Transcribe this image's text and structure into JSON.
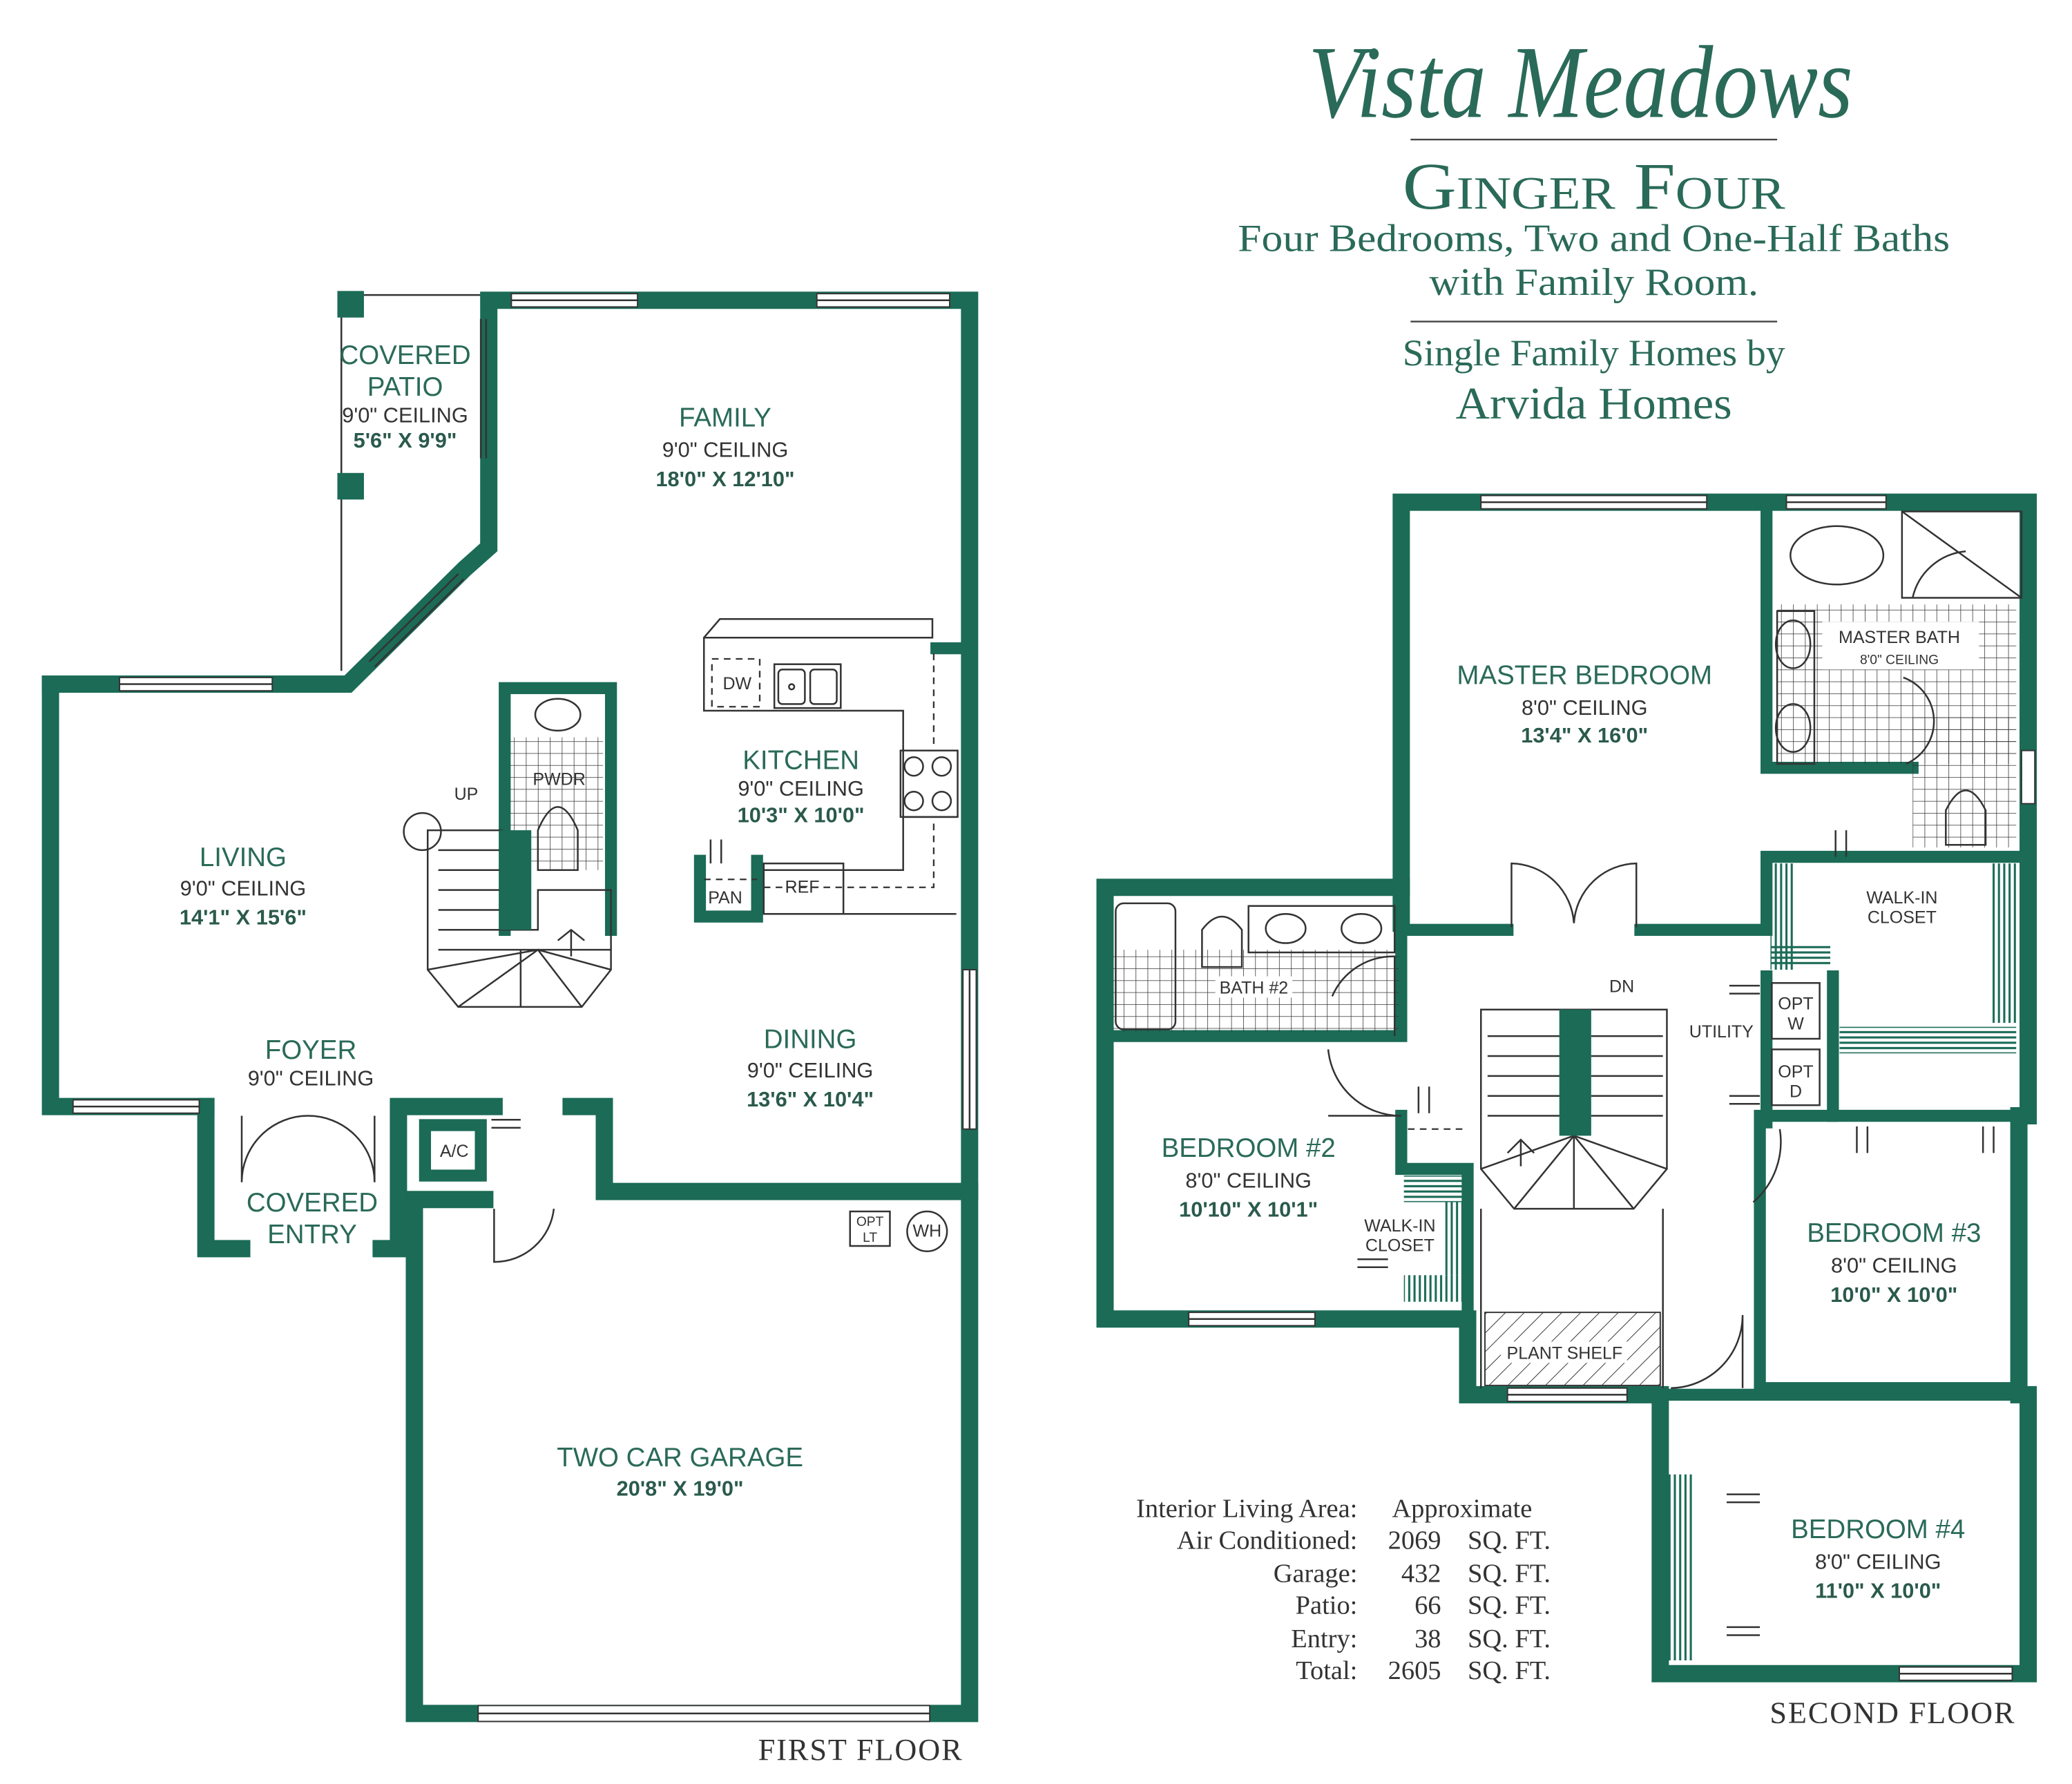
{
  "header": {
    "community": "Vista Meadows",
    "model": "Ginger Four",
    "description_line1": "Four Bedrooms, Two and One-Half Baths",
    "description_line2": "with Family Room.",
    "builder_line1": "Single Family Homes by",
    "builder_line2": "Arvida Homes"
  },
  "colors": {
    "wall": "#1b6b56",
    "room_label": "#2a6a58",
    "text": "#333333"
  },
  "first_floor": {
    "label": "FIRST FLOOR",
    "rooms": {
      "covered_patio": {
        "name1": "COVERED",
        "name2": "PATIO",
        "ceiling": "9'0\" CEILING",
        "size": "5'6\" X 9'9\""
      },
      "family": {
        "name": "FAMILY",
        "ceiling": "9'0\" CEILING",
        "size": "18'0\" X 12'10\""
      },
      "kitchen": {
        "name": "KITCHEN",
        "ceiling": "9'0\" CEILING",
        "size": "10'3\" X 10'0\""
      },
      "living": {
        "name": "LIVING",
        "ceiling": "9'0\" CEILING",
        "size": "14'1\" X 15'6\""
      },
      "foyer": {
        "name": "FOYER",
        "ceiling": "9'0\" CEILING"
      },
      "dining": {
        "name": "DINING",
        "ceiling": "9'0\" CEILING",
        "size": "13'6\" X 10'4\""
      },
      "covered_entry": {
        "name1": "COVERED",
        "name2": "ENTRY"
      },
      "garage": {
        "name": "TWO CAR GARAGE",
        "size": "20'8\" X 19'0\""
      }
    },
    "fixtures": {
      "up": "UP",
      "pwdr": "PWDR",
      "dw": "DW",
      "pan": "PAN",
      "ref": "REF",
      "ac": "A/C",
      "opt_lt1": "OPT",
      "opt_lt2": "LT",
      "wh": "WH"
    }
  },
  "second_floor": {
    "label": "SECOND FLOOR",
    "rooms": {
      "master_bedroom": {
        "name": "MASTER BEDROOM",
        "ceiling": "8'0\" CEILING",
        "size": "13'4\" X 16'0\""
      },
      "master_bath": {
        "name": "MASTER BATH",
        "ceiling": "8'0\" CEILING"
      },
      "master_closet": {
        "name1": "WALK-IN",
        "name2": "CLOSET"
      },
      "bath2": {
        "name": "BATH #2"
      },
      "bedroom2": {
        "name": "BEDROOM #2",
        "ceiling": "8'0\" CEILING",
        "size": "10'10\" X 10'1\""
      },
      "closet2": {
        "name1": "WALK-IN",
        "name2": "CLOSET"
      },
      "bedroom3": {
        "name": "BEDROOM #3",
        "ceiling": "8'0\" CEILING",
        "size": "10'0\" X 10'0\""
      },
      "bedroom4": {
        "name": "BEDROOM #4",
        "ceiling": "8'0\" CEILING",
        "size": "11'0\" X 10'0\""
      },
      "plant_shelf": {
        "name": "PLANT SHELF"
      },
      "utility": {
        "name": "UTILITY"
      }
    },
    "fixtures": {
      "dn": "DN",
      "opt_w1": "OPT",
      "opt_w2": "W",
      "opt_d1": "OPT",
      "opt_d2": "D"
    }
  },
  "area_table": {
    "heading_label": "Interior Living Area:",
    "heading_value": "Approximate",
    "rows": [
      {
        "label": "Air Conditioned:",
        "value": "2069",
        "unit": "SQ. FT."
      },
      {
        "label": "Garage:",
        "value": "432",
        "unit": "SQ. FT."
      },
      {
        "label": "Patio:",
        "value": "66",
        "unit": "SQ. FT."
      },
      {
        "label": "Entry:",
        "value": "38",
        "unit": "SQ. FT."
      },
      {
        "label": "Total:",
        "value": "2605",
        "unit": "SQ. FT."
      }
    ]
  }
}
